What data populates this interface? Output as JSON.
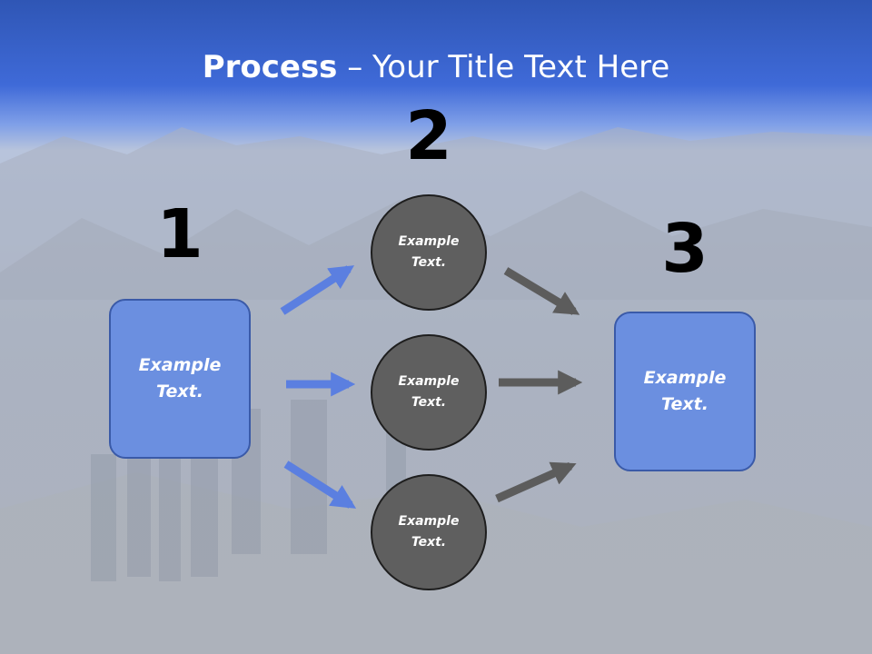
{
  "title": {
    "bold": "Process",
    "rest": " – Your Title Text Here"
  },
  "steps": [
    {
      "number": "1",
      "label": "Example\nText."
    },
    {
      "number": "2",
      "labels": [
        "Example\nText.",
        "Example\nText.",
        "Example\nText."
      ]
    },
    {
      "number": "3",
      "label": "Example\nText."
    }
  ],
  "colors": {
    "header_blue": "#3d6ad6",
    "box_fill": "#6b8fe0",
    "circle_fill": "#5f5f5f",
    "arrow_blue": "#5b7fe0",
    "arrow_gray": "#5c5c5c"
  }
}
